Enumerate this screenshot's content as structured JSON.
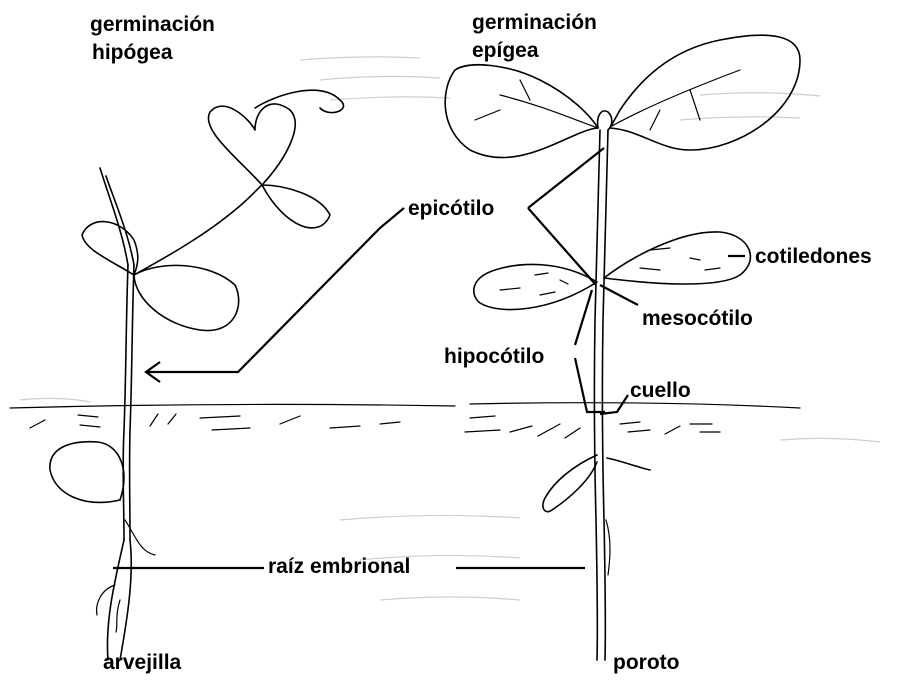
{
  "labels": {
    "hypogeal_title_line1": "germinación",
    "hypogeal_title_line2": "hipógea",
    "epigeal_title_line1": "germinación",
    "epigeal_title_line2": "epígea",
    "epicotyl": "epicótilo",
    "cotyledons": "cotiledones",
    "mesocotyl": "mesocótilo",
    "hypocotyl": "hipocótilo",
    "neck": "cuello",
    "embryonic_root": "raíz embrional",
    "pea": "arvejilla",
    "bean": "poroto"
  },
  "colors": {
    "ink": "#000000",
    "paper": "#ffffff",
    "show_through": "#cfcfcf"
  }
}
